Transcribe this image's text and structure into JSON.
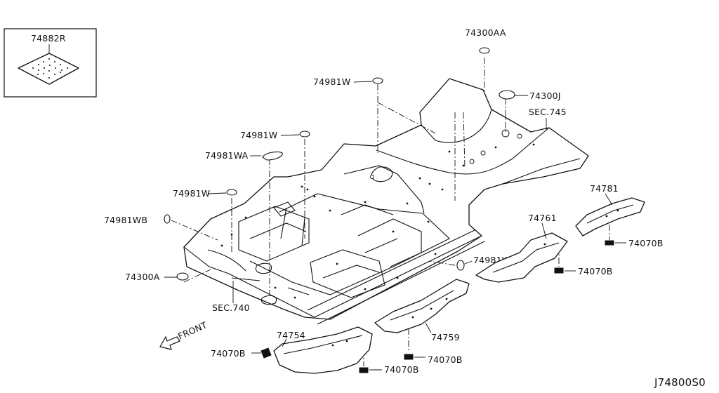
{
  "labels": {
    "insulator_box": "74882R",
    "plug_aa": "74300AA",
    "plug_j": "74300J",
    "sec_745": "SEC.745",
    "plug_w_top": "74981W",
    "plug_w_mid": "74981W",
    "plug_wa": "74981WA",
    "plug_w_left": "74981W",
    "plug_wb_left": "74981WB",
    "plug_a": "74300A",
    "sec_740": "SEC.740",
    "plug_wb_right": "74981WB",
    "cover_74781": "74781",
    "clip_74781": "74070B",
    "cover_74761": "74761",
    "clip_74761": "74070B",
    "cover_74754": "74754",
    "clip_74754_left": "74070B",
    "clip_74754_bottom": "74070B",
    "cover_74759": "74759",
    "clip_74759": "74070B",
    "front": "FRONT",
    "diagram_code": "J74800S0"
  }
}
